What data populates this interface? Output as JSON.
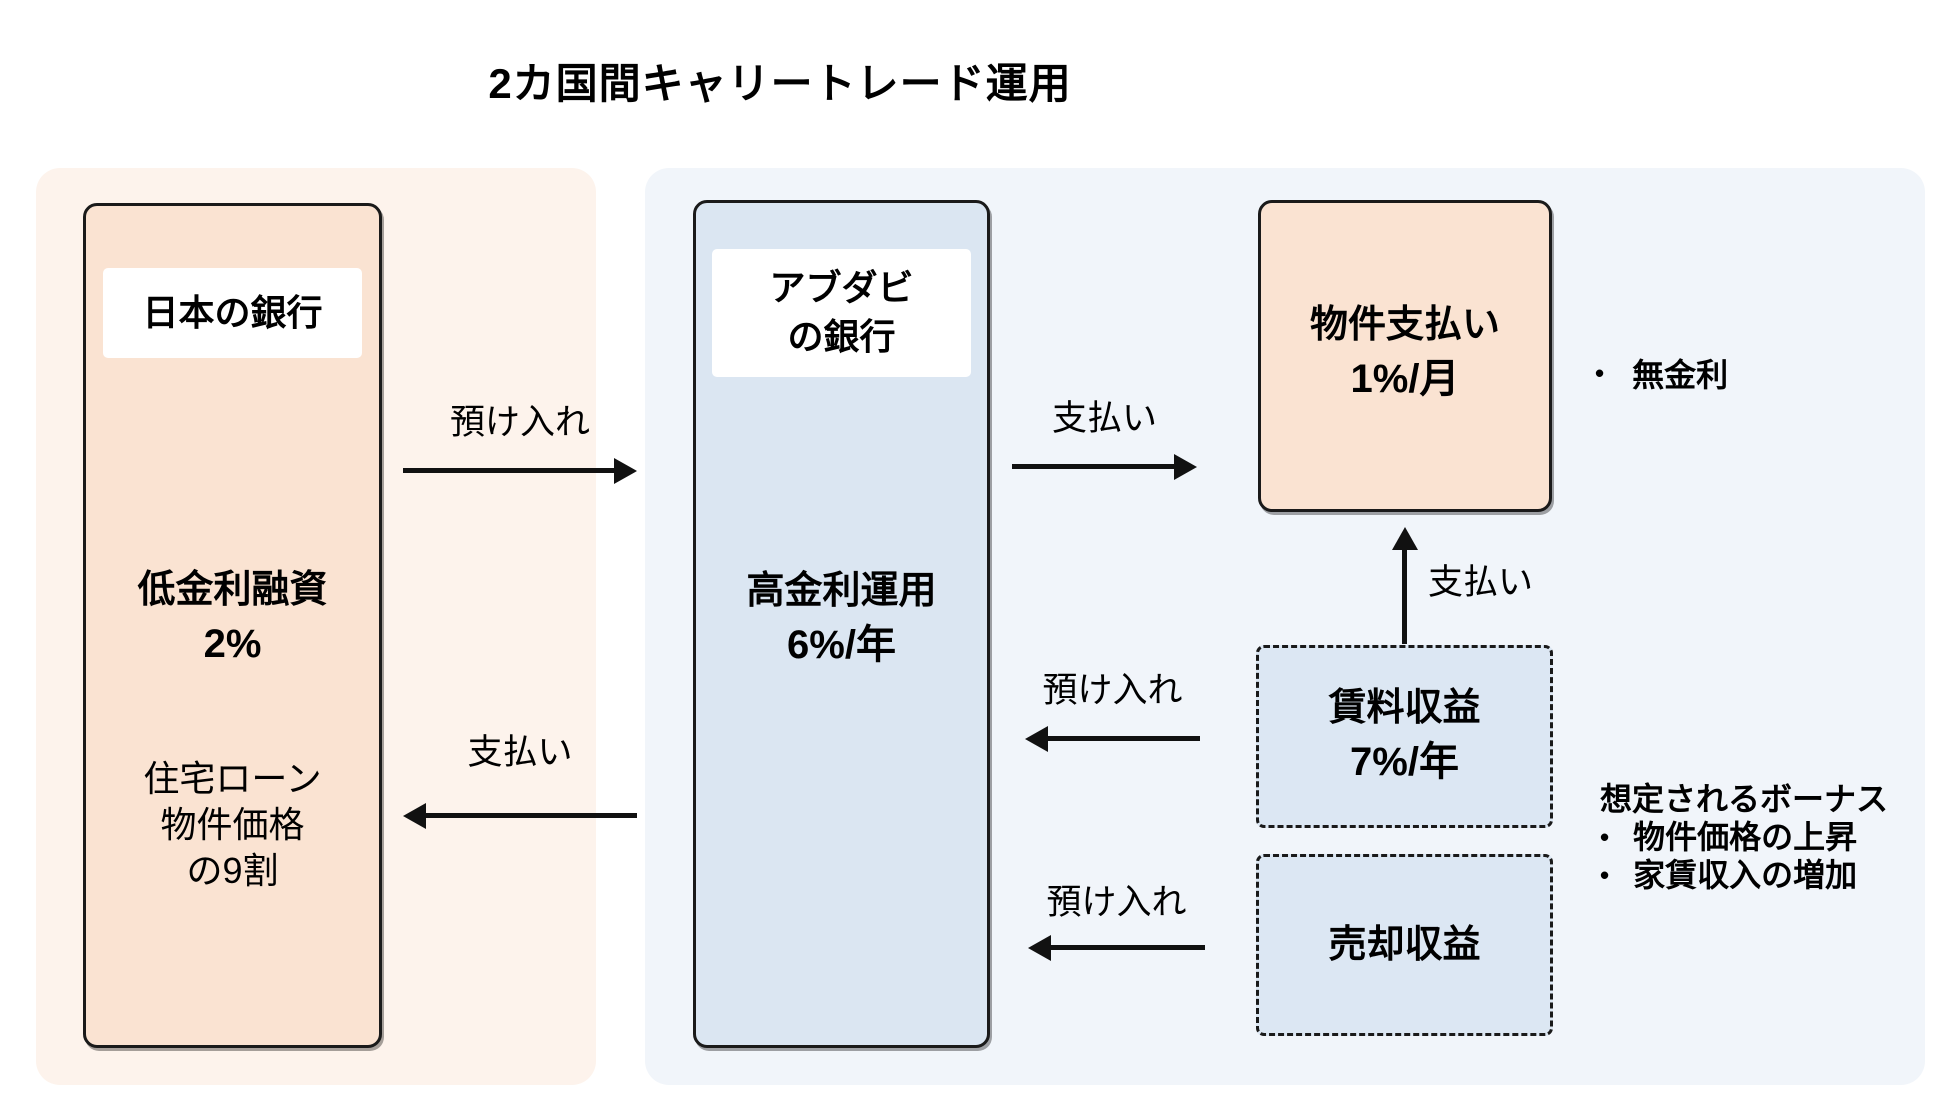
{
  "title": "2カ国間キャリートレード運用",
  "bullet": "•",
  "japan_bank": {
    "label": "日本の銀行",
    "loan_title": "低金利融資",
    "loan_rate": "2%",
    "mortgage_line1": "住宅ローン",
    "mortgage_line2": "物件価格",
    "mortgage_line3": "の9割"
  },
  "abudhabi_bank": {
    "label_line1": "アブダビ",
    "label_line2": "の銀行",
    "invest_title": "高金利運用",
    "invest_rate": "6%/年"
  },
  "property_payment": {
    "title": "物件支払い",
    "rate": "1%/月",
    "note": "無金利"
  },
  "rental_income": {
    "title": "賃料収益",
    "rate": "7%/年"
  },
  "sale_income": {
    "title": "売却収益"
  },
  "bonus": {
    "heading": "想定されるボーナス",
    "items": [
      "物件価格の上昇",
      "家賃収入の増加"
    ]
  },
  "arrows": {
    "deposit_jp_to_abudhabi": "預け入れ",
    "payment_abudhabi_to_jp": "支払い",
    "payment_abudhabi_to_property": "支払い",
    "payment_rental_to_property": "支払い",
    "deposit_rental_to_abudhabi": "預け入れ",
    "deposit_sale_to_abudhabi": "預け入れ"
  },
  "colors": {
    "panel_pink": "#fdf3ec",
    "panel_blue": "#f1f5fa",
    "box_peach": "#fae3d2",
    "box_blue": "#dbe6f2",
    "border": "#1a1a1a"
  }
}
